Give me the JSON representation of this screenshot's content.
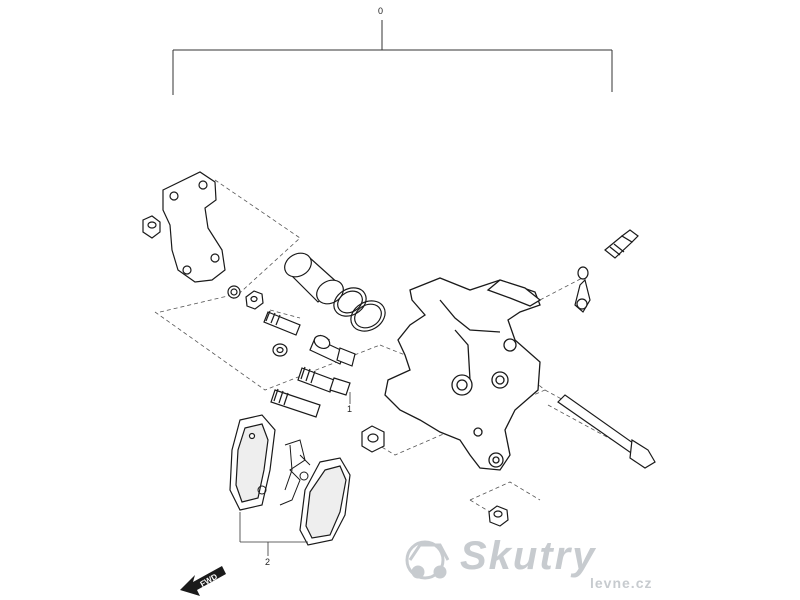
{
  "callouts": {
    "assembly": "0",
    "piston_bolts": "1",
    "brake_pads": "2"
  },
  "fwd_label": "FWD",
  "watermark": {
    "brand": "Skutry",
    "domain": "levne.cz"
  },
  "colors": {
    "line": "#1a1a1a",
    "leader": "#555555",
    "watermark": "#c7cbcf"
  }
}
